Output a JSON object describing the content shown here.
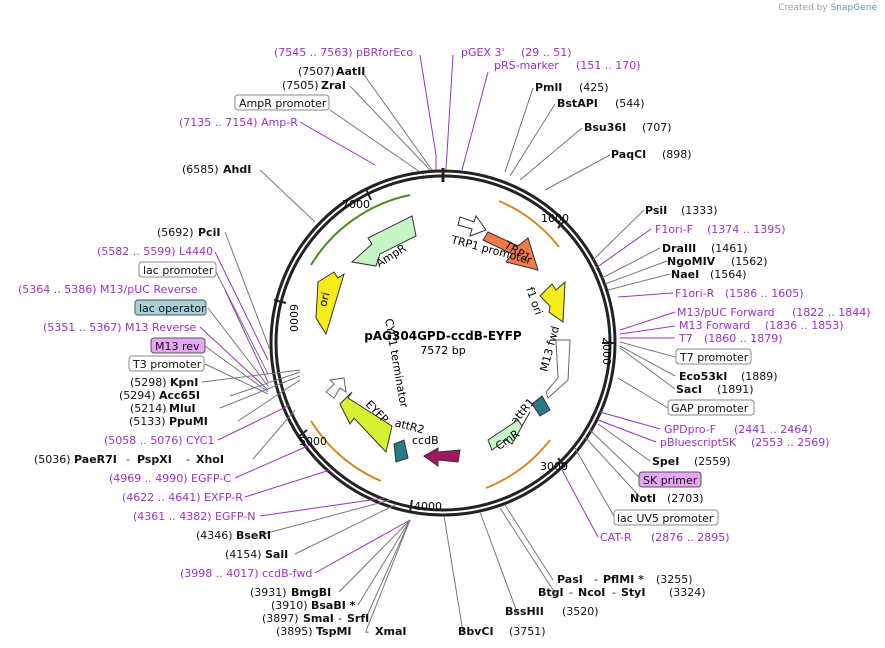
{
  "credit": {
    "prefix": "Created by",
    "brand": "SnapGene"
  },
  "plasmid": {
    "name": "pAG304GPD-ccdB-EYFP",
    "size": "7572 bp"
  },
  "ticks": [
    "1000",
    "2000",
    "3000",
    "4000",
    "5000",
    "6000",
    "7000"
  ],
  "features": [
    {
      "name": "TRP1",
      "color": "#f07a4b"
    },
    {
      "name": "TRP1 promoter",
      "color": "#ffffff"
    },
    {
      "name": "f1 ori",
      "color": "#f5ec19"
    },
    {
      "name": "M13 fwd",
      "color": "#ffffff"
    },
    {
      "name": "attR1",
      "color": "#ffffff"
    },
    {
      "name": "CmR",
      "color": "#c6f5c6"
    },
    {
      "name": "ccdB",
      "color": "#a1195a"
    },
    {
      "name": "attR2",
      "color": "#ffffff"
    },
    {
      "name": "EYFP",
      "color": "#d7f030"
    },
    {
      "name": "CYC1 terminator",
      "color": "#ffffff"
    },
    {
      "name": "ori",
      "color": "#f5ec19"
    },
    {
      "name": "AmpR",
      "color": "#c6f5c6"
    }
  ],
  "labels": {
    "l1": {
      "name": "(7545 .. 7563)  pBRforEco"
    },
    "l2": {
      "name": "pGEX 3'",
      "pos": "(29 .. 51)"
    },
    "l3": {
      "name": "pRS-marker",
      "pos": "(151 .. 170)"
    },
    "l4": {
      "pos": "(7507)",
      "name": "AatII"
    },
    "l5": {
      "pos": "(7505)",
      "name": "ZraI"
    },
    "l6": {
      "name": "AmpR promoter"
    },
    "l7": {
      "name": "(7135 .. 7154)  Amp-R"
    },
    "l8": {
      "name": "PmlI",
      "pos": "(425)"
    },
    "l9": {
      "name": "BstAPI",
      "pos": "(544)"
    },
    "l10": {
      "name": "Bsu36I",
      "pos": "(707)"
    },
    "l11": {
      "name": "PaqCI",
      "pos": "(898)"
    },
    "l12": {
      "pos": "(6585)",
      "name": "AhdI"
    },
    "l13": {
      "name": "PsiI",
      "pos": "(1333)"
    },
    "l14": {
      "name": "F1ori-F",
      "pos": "(1374 .. 1395)"
    },
    "l15": {
      "name": "DraIII",
      "pos": "(1461)"
    },
    "l16": {
      "name": "NgoMIV",
      "pos": "(1562)"
    },
    "l17": {
      "name": "NaeI",
      "pos": "(1564)"
    },
    "l18": {
      "name": "F1ori-R",
      "pos": "(1586 .. 1605)"
    },
    "l19": {
      "pos": "(5692)",
      "name": "PciI"
    },
    "l20": {
      "name": "(5582 .. 5599)  L4440"
    },
    "l21": {
      "name": "lac promoter"
    },
    "l22": {
      "name": "(5364 .. 5386)  M13/pUC Reverse"
    },
    "l23": {
      "name": "lac operator"
    },
    "l24": {
      "name": "(5351 .. 5367)  M13 Reverse"
    },
    "l25": {
      "name": "M13 rev"
    },
    "l26": {
      "name": "T3 promoter"
    },
    "l27": {
      "pos": "(5298)",
      "name": "KpnI"
    },
    "l28": {
      "pos": "(5294)",
      "name": "Acc65I"
    },
    "l29": {
      "pos": "(5214)",
      "name": "MluI"
    },
    "l30": {
      "pos": "(5133)",
      "name": "PpuMI"
    },
    "l31": {
      "name": "(5058 .. 5076)  CYC1"
    },
    "l32": {
      "pos": "(5036)",
      "name": "PaeR7I",
      "name2": "PspXI",
      "name3": "XhoI"
    },
    "l33": {
      "name": "(4969 .. 4990)  EGFP-C"
    },
    "l34": {
      "name": "(4622 .. 4641)  EXFP-R"
    },
    "l35": {
      "name": "(4361 .. 4382)  EGFP-N"
    },
    "l36": {
      "pos": "(4346)",
      "name": "BseRI"
    },
    "l37": {
      "pos": "(4154)",
      "name": "SalI"
    },
    "l38": {
      "name": "(3998 .. 4017)  ccdB-fwd"
    },
    "l39": {
      "pos": "(3931)",
      "name": "BmgBI"
    },
    "l40": {
      "pos": "(3910)",
      "name": "BsaBI *"
    },
    "l41": {
      "pos": "(3897)",
      "name": "SmaI",
      "name2": "SrfI"
    },
    "l42": {
      "pos": "(3895)",
      "name": "TspMI",
      "name2": "XmaI"
    },
    "l43": {
      "name": "M13/pUC Forward",
      "pos": "(1822 .. 1844)"
    },
    "l44": {
      "name": "M13 Forward",
      "pos": "(1836 .. 1853)"
    },
    "l45": {
      "name": "T7",
      "pos": "(1860 .. 1879)"
    },
    "l46": {
      "name": "T7 promoter"
    },
    "l47": {
      "name": "Eco53kI",
      "pos": "(1889)"
    },
    "l48": {
      "name": "SacI",
      "pos": "(1891)"
    },
    "l49": {
      "name": "GAP promoter"
    },
    "l50": {
      "name": "GPDpro-F",
      "pos": "(2441 .. 2464)"
    },
    "l51": {
      "name": "pBluescriptSK",
      "pos": "(2553 .. 2569)"
    },
    "l52": {
      "name": "SpeI",
      "pos": "(2559)"
    },
    "l53": {
      "name": "SK primer"
    },
    "l54": {
      "name": "NotI",
      "pos": "(2703)"
    },
    "l55": {
      "name": "lac UV5 promoter"
    },
    "l56": {
      "name": "CAT-R",
      "pos": "(2876 .. 2895)"
    },
    "l57": {
      "name": "PasI",
      "name2": "PflMI *",
      "pos": "(3255)"
    },
    "l58": {
      "name": "BtgI",
      "name2": "NcoI",
      "name3": "StyI",
      "pos": "(3324)"
    },
    "l59": {
      "name": "BssHII",
      "pos": "(3520)"
    },
    "l60": {
      "name": "BbvCI",
      "pos": "(3751)"
    }
  }
}
